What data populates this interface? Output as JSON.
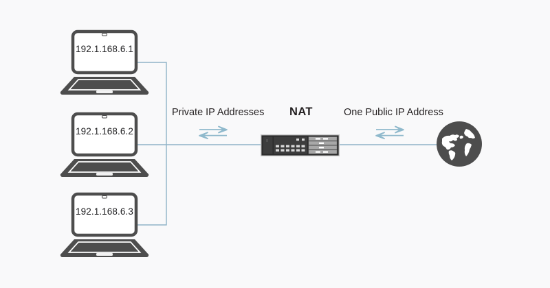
{
  "diagram": {
    "title": "NAT network address translation diagram",
    "background_color": "#f9f9fa",
    "line_color": "#8fb3c7",
    "device_color": "#4d4d4d",
    "arrow_color": "#8fb9cc",
    "text_color": "#231f20"
  },
  "clients": [
    {
      "id": "client-1",
      "ip": "192.1.168.6.1",
      "icon": "laptop-icon"
    },
    {
      "id": "client-2",
      "ip": "192.1.168.6.2",
      "icon": "laptop-icon"
    },
    {
      "id": "client-3",
      "ip": "192.1.168.6.3",
      "icon": "laptop-icon"
    }
  ],
  "labels": {
    "private": "Private IP Addresses",
    "nat": "NAT",
    "public": "One Public IP Address"
  },
  "icons": {
    "exchange_left": "exchange-arrows-icon",
    "exchange_right": "exchange-arrows-icon",
    "router": "router-icon",
    "globe": "globe-icon"
  }
}
